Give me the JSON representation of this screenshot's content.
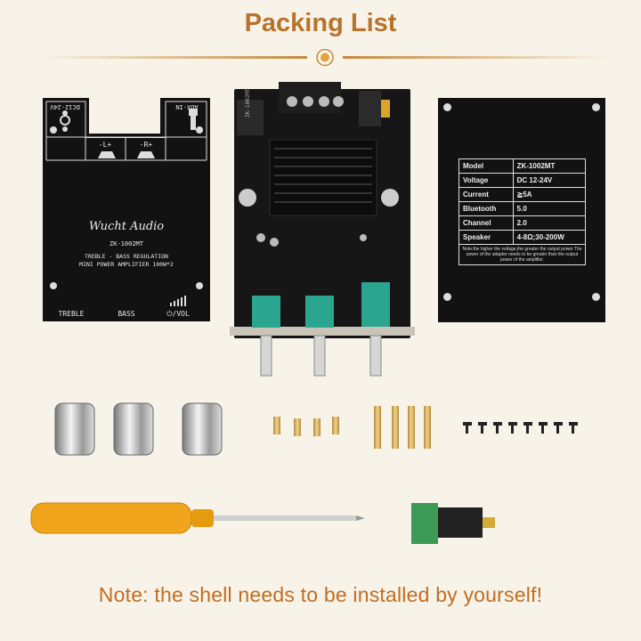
{
  "title": "Packing List",
  "note": "Note: the shell needs to be installed  by yourself!",
  "colors": {
    "accent": "#b7732c",
    "note": "#c26d22",
    "background": "#f7f3e8",
    "panel": "#111111",
    "pot": "#2aa58e"
  },
  "left_panel": {
    "power_label": "DC12-24V",
    "aux_label": "AUX-IN",
    "left_channel": "-L+",
    "right_channel": "-R+",
    "brand": "Wucht Audio",
    "model": "ZK-1002MT",
    "line1": "TREBLE - BASS REGULATION",
    "line2": "MINI POWER AMPLIFIER 100W*2",
    "knob_labels": [
      "TREBLE",
      "BASS",
      "⏻/VOL"
    ]
  },
  "right_panel": {
    "specs": [
      {
        "label": "Model",
        "value": "ZK-1002MT"
      },
      {
        "label": "Voltage",
        "value": "DC 12-24V"
      },
      {
        "label": "Current",
        "value": "≧5A"
      },
      {
        "label": "Bluetooth",
        "value": "5.0"
      },
      {
        "label": "Channel",
        "value": "2.0"
      },
      {
        "label": "Speaker",
        "value": "4-8Ω;30-200W"
      }
    ],
    "footnote": "Note:the higher the voltage,the greater the output power.The power of the adapter needs to be greater than the output power of the amplifier."
  },
  "board": {
    "label": "ZK-1002MT"
  }
}
